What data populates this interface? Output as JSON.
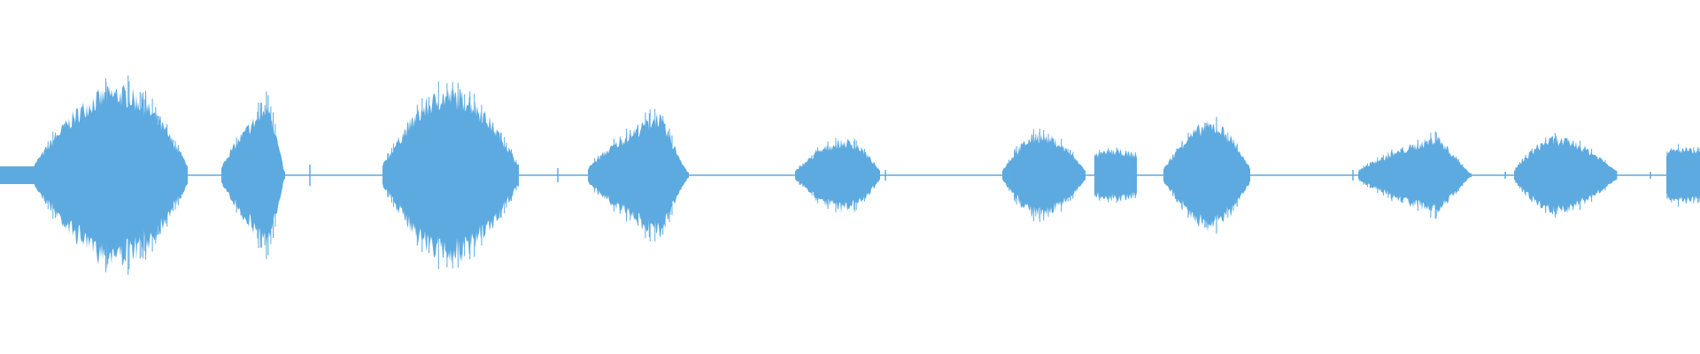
{
  "waveform": {
    "color": "#5DAAE0",
    "background": "#FFFFFF",
    "segments": [
      {
        "id": "seg-1",
        "kind": "burst",
        "peak_amplitude": 0.7
      },
      {
        "id": "seg-2",
        "kind": "burst",
        "peak_amplitude": 0.6
      },
      {
        "id": "seg-3",
        "kind": "burst",
        "peak_amplitude": 0.68
      },
      {
        "id": "seg-4",
        "kind": "burst",
        "peak_amplitude": 0.5
      },
      {
        "id": "seg-5",
        "kind": "burst",
        "peak_amplitude": 0.28
      },
      {
        "id": "seg-6",
        "kind": "burst",
        "peak_amplitude": 0.33
      },
      {
        "id": "seg-7",
        "kind": "burst",
        "peak_amplitude": 0.2
      },
      {
        "id": "seg-8",
        "kind": "burst",
        "peak_amplitude": 0.42
      },
      {
        "id": "seg-9",
        "kind": "burst",
        "peak_amplitude": 0.32
      },
      {
        "id": "seg-10",
        "kind": "burst",
        "peak_amplitude": 0.3
      },
      {
        "id": "seg-11",
        "kind": "burst",
        "peak_amplitude": 0.22
      }
    ]
  }
}
